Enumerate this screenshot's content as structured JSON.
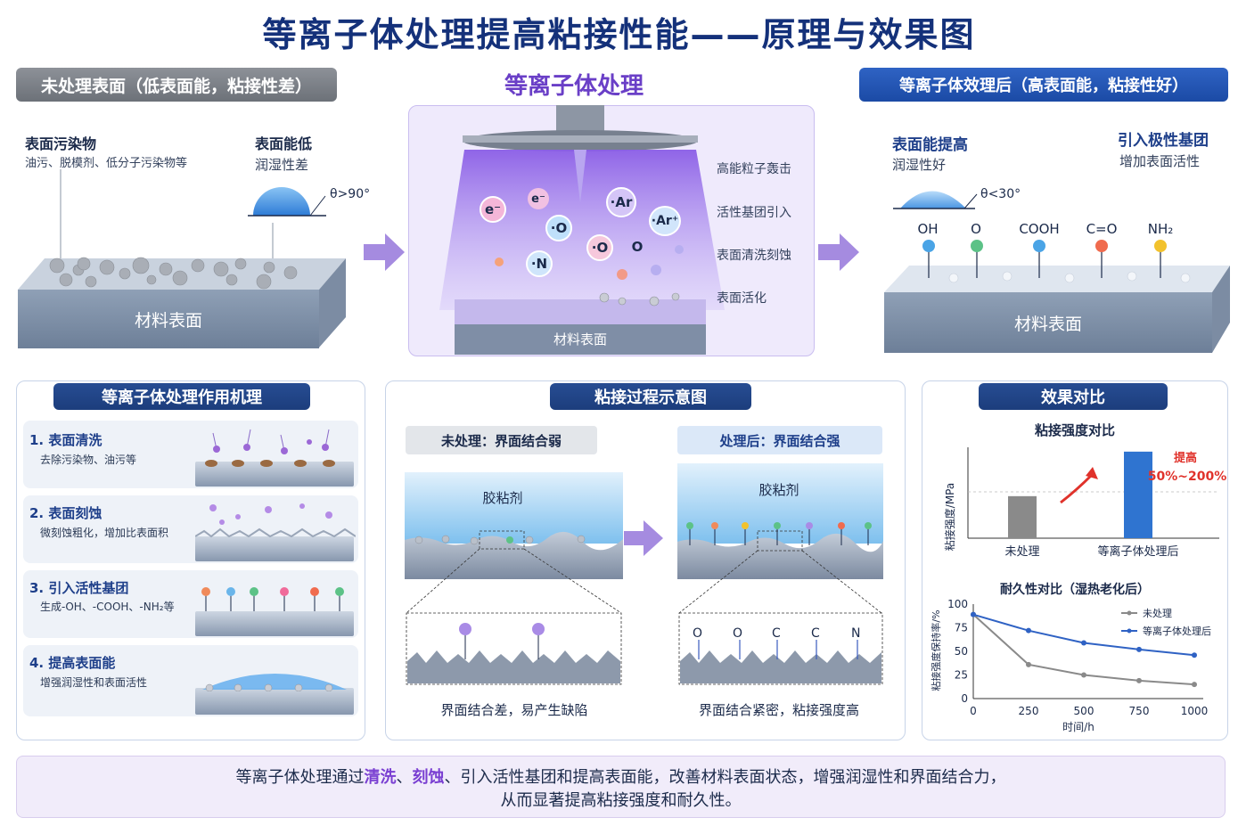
{
  "title": "等离子体处理提高粘接性能——原理与效果图",
  "left_top": {
    "header": "未处理表面（低表面能，粘接性差）",
    "contam_title": "表面污染物",
    "contam_desc": "油污、脱模剂、低分子污染物等",
    "energy_title": "表面能低",
    "energy_desc": "润湿性差",
    "angle": "θ>90°",
    "surface": "材料表面"
  },
  "center_top": {
    "header": "等离子体处理",
    "species": [
      "e⁻",
      "e⁻",
      "·Ar",
      "·O",
      "·Ar⁺",
      "·O",
      "O",
      "·N"
    ],
    "effects": [
      "高能粒子轰击",
      "活性基团引入",
      "表面清洗刻蚀",
      "表面活化"
    ],
    "surface": "材料表面"
  },
  "right_top": {
    "header": "等离子体效理后（高表面能，粘接性好）",
    "energy_title": "表面能提高",
    "energy_desc": "润湿性好",
    "polar_title": "引入极性基团",
    "polar_desc": "增加表面活性",
    "angle": "θ<30°",
    "groups": [
      "OH",
      "O",
      "COOH",
      "C=O",
      "NH₂"
    ],
    "surface": "材料表面"
  },
  "mechanism": {
    "header": "等离子体处理作用机理",
    "steps": [
      {
        "title": "1. 表面清洗",
        "desc": "去除污染物、油污等"
      },
      {
        "title": "2. 表面刻蚀",
        "desc": "微刻蚀粗化，增加比表面积"
      },
      {
        "title": "3. 引入活性基团",
        "desc": "生成-OH、-COOH、-NH₂等"
      },
      {
        "title": "4. 提高表面能",
        "desc": "增强润湿性和表面活性"
      }
    ]
  },
  "adhesion": {
    "header": "粘接过程示意图",
    "untreated_tag": "未处理：界面结合弱",
    "treated_tag": "处理后：界面结合强",
    "adhesive": "胶粘剂",
    "untreated_caption": "界面结合差，易产生缺陷",
    "treated_caption": "界面结合紧密，粘接强度高",
    "zoom_labels": [
      "O",
      "O",
      "C",
      "C",
      "N"
    ]
  },
  "effect": {
    "header": "效果对比",
    "bar_title": "粘接强度对比",
    "bar_ylabel": "粘接强度/MPa",
    "increase_label": "提高",
    "increase_value": "50%~200%",
    "durability_title": "耐久性对比（湿热老化后）"
  },
  "chart_data": [
    {
      "type": "bar",
      "title": "粘接强度对比",
      "ylabel": "粘接强度/MPa",
      "categories": [
        "未处理",
        "等离子体处理后"
      ],
      "values": [
        1,
        2.06
      ],
      "colors": [
        "#8a8a8a",
        "#2f74d0"
      ],
      "annotation": "提高 50%~200%",
      "grid": false
    },
    {
      "type": "line",
      "title": "耐久性对比（湿热老化后）",
      "xlabel": "时间/h",
      "ylabel": "粘接强度保持率/%",
      "x_ticks": [
        "0",
        "250",
        "500",
        "750",
        "1000"
      ],
      "y_ticks": [
        "0",
        "25",
        "50",
        "75",
        "100"
      ],
      "xlim": [
        0,
        1000
      ],
      "ylim": [
        0,
        100
      ],
      "legend": "top-right",
      "series": [
        {
          "name": "未处理",
          "color": "#8a8a8a",
          "x": [
            0,
            250,
            500,
            750,
            1000
          ],
          "y": [
            89,
            36,
            25,
            19,
            15
          ]
        },
        {
          "name": "等离子体处理后",
          "color": "#2f62c4",
          "x": [
            0,
            250,
            500,
            750,
            1000
          ],
          "y": [
            89,
            72,
            59,
            52,
            46
          ]
        }
      ]
    }
  ],
  "summary": {
    "p1": "等离子体处理通过",
    "h1": "清洗",
    "s1": "、",
    "h2": "刻蚀",
    "p2": "、引入活性基团和提高表面能，改善材料表面状态，增强润湿性和界面结合力，",
    "line2": "从而显著提高粘接强度和耐久性。"
  }
}
